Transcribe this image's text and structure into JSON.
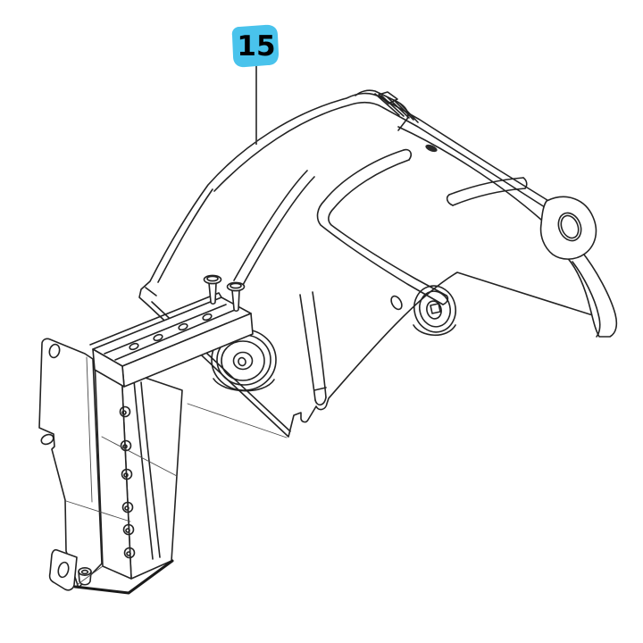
{
  "figure": {
    "kind": "parts-diagram-line-drawing",
    "background_color": "#ffffff",
    "line_color": "#232323",
    "subject": "fender cover panel with mounting bracket"
  },
  "callout": {
    "label": "15",
    "badge_color": "#49C3EC",
    "badge_edge_color": "#2EA6D2",
    "label_color": "#000000",
    "leader_color": "#3d3d3d"
  }
}
